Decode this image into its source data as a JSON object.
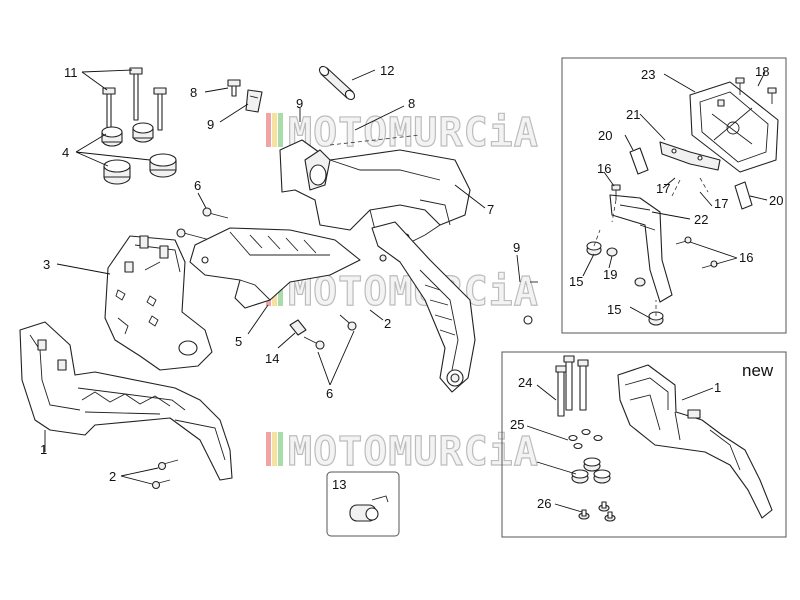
{
  "watermark": {
    "text": "MOTOMURCiA"
  },
  "boxes": {
    "new_label": "new"
  },
  "callouts": [
    {
      "id": "c11",
      "text": "11"
    },
    {
      "id": "c8a",
      "text": "8"
    },
    {
      "id": "c9a",
      "text": "9"
    },
    {
      "id": "c9b",
      "text": "9"
    },
    {
      "id": "c8b",
      "text": "8"
    },
    {
      "id": "c12",
      "text": "12"
    },
    {
      "id": "c4",
      "text": "4"
    },
    {
      "id": "c6a",
      "text": "6"
    },
    {
      "id": "c7",
      "text": "7"
    },
    {
      "id": "c3",
      "text": "3"
    },
    {
      "id": "c9c",
      "text": "9"
    },
    {
      "id": "c5",
      "text": "5"
    },
    {
      "id": "c2a",
      "text": "2"
    },
    {
      "id": "c14",
      "text": "14"
    },
    {
      "id": "c6b",
      "text": "6"
    },
    {
      "id": "c1a",
      "text": "1"
    },
    {
      "id": "c2b",
      "text": "2"
    },
    {
      "id": "c13",
      "text": "13"
    },
    {
      "id": "c23",
      "text": "23"
    },
    {
      "id": "c18",
      "text": "18"
    },
    {
      "id": "c21",
      "text": "21"
    },
    {
      "id": "c20a",
      "text": "20"
    },
    {
      "id": "c16a",
      "text": "16"
    },
    {
      "id": "c17a",
      "text": "17"
    },
    {
      "id": "c17b",
      "text": "17"
    },
    {
      "id": "c20b",
      "text": "20"
    },
    {
      "id": "c22",
      "text": "22"
    },
    {
      "id": "c16b",
      "text": "16"
    },
    {
      "id": "c19",
      "text": "19"
    },
    {
      "id": "c15a",
      "text": "15"
    },
    {
      "id": "c15b",
      "text": "15"
    },
    {
      "id": "c24",
      "text": "24"
    },
    {
      "id": "c1b",
      "text": "1"
    },
    {
      "id": "c25",
      "text": "25"
    },
    {
      "id": "c26",
      "text": "26"
    }
  ]
}
